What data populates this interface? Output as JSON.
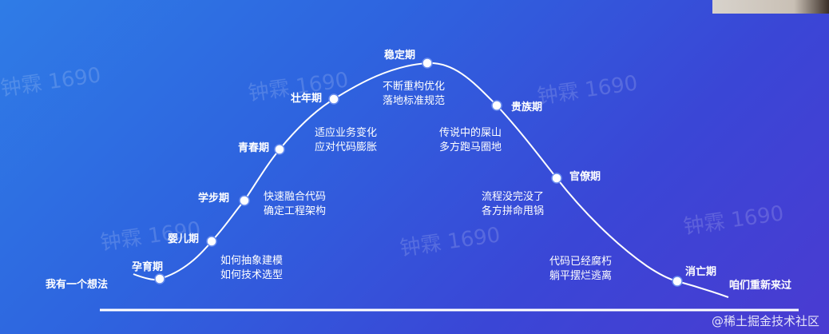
{
  "stages": [
    {
      "id": "idea",
      "label": "我有一个想法"
    },
    {
      "id": "pregnancy",
      "label": "孕育期"
    },
    {
      "id": "infant",
      "label": "婴儿期"
    },
    {
      "id": "toddler",
      "label": "学步期"
    },
    {
      "id": "youth",
      "label": "青春期"
    },
    {
      "id": "prime",
      "label": "壮年期"
    },
    {
      "id": "stable",
      "label": "稳定期"
    },
    {
      "id": "aristocracy",
      "label": "贵族期"
    },
    {
      "id": "bureaucracy",
      "label": "官僚期"
    },
    {
      "id": "death",
      "label": "消亡期"
    },
    {
      "id": "restart",
      "label": "咱们重新来过"
    }
  ],
  "annotations": [
    {
      "id": "abstract",
      "lines": [
        "如何抽象建模",
        "如何技术选型"
      ]
    },
    {
      "id": "fast",
      "lines": [
        "快速融合代码",
        "确定工程架构"
      ]
    },
    {
      "id": "adapt",
      "lines": [
        "适应业务变化",
        "应对代码膨胀"
      ]
    },
    {
      "id": "refactor",
      "lines": [
        "不断重构优化",
        "落地标准规范"
      ]
    },
    {
      "id": "legend",
      "lines": [
        "传说中的屎山",
        "多方跑马圈地"
      ]
    },
    {
      "id": "process",
      "lines": [
        "流程没完没了",
        "各方拼命甩锅"
      ]
    },
    {
      "id": "rot",
      "lines": [
        "代码已经腐朽",
        "躺平摆烂逃离"
      ]
    }
  ],
  "watermark": "钟霖 1690",
  "site_credit": "@稀土掘金技术社区",
  "colors": {
    "curve": "#ffffff",
    "point_fill": "#ffffff",
    "point_stroke": "#6b8ff0",
    "baseline": "#ffffff"
  }
}
